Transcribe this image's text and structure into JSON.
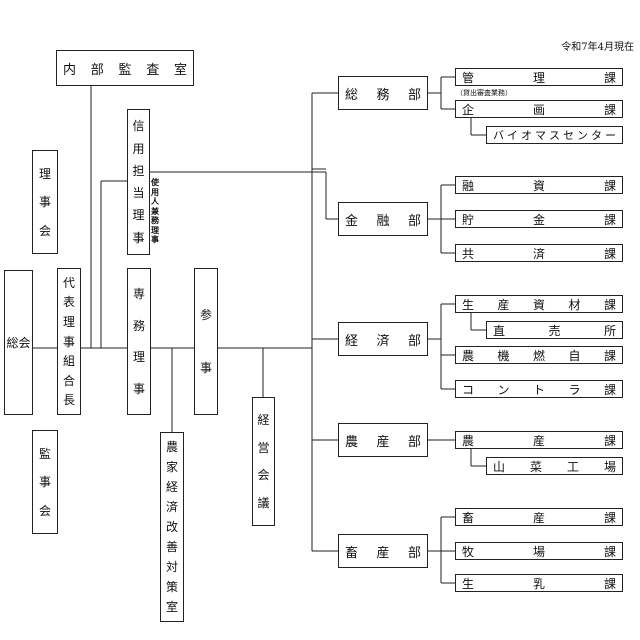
{
  "date_label": "令和7年4月現在",
  "general_assembly": "総会",
  "audit_office": "内部監査室",
  "directors": "理事会",
  "auditors": "監事会",
  "representative": "代表理事組合長",
  "credit_director": "信用担当理事",
  "employee_director_note": "使用人兼務理事",
  "managing_director": "専務理事",
  "councilor": "参事",
  "farm_improvement": "農家経済改善対策室",
  "management_council": "経営会議",
  "departments": [
    {
      "name": "総務部",
      "sections": [
        "管理課",
        "企画課"
      ],
      "subs": [
        "バイオマスセンター"
      ]
    },
    {
      "name": "金融部",
      "sections": [
        "融資課",
        "貯金課",
        "共済課"
      ],
      "subs": []
    },
    {
      "name": "経済部",
      "sections": [
        "生産資材課",
        "農機燃自課",
        "コントラ課"
      ],
      "subs": [
        "直売所"
      ]
    },
    {
      "name": "農産部",
      "sections": [
        "農産課"
      ],
      "subs": [
        "山菜工場"
      ]
    },
    {
      "name": "畜産部",
      "sections": [
        "畜産課",
        "牧場課",
        "生乳課"
      ],
      "subs": []
    }
  ],
  "kanri_note": "（貸出審査業務）"
}
